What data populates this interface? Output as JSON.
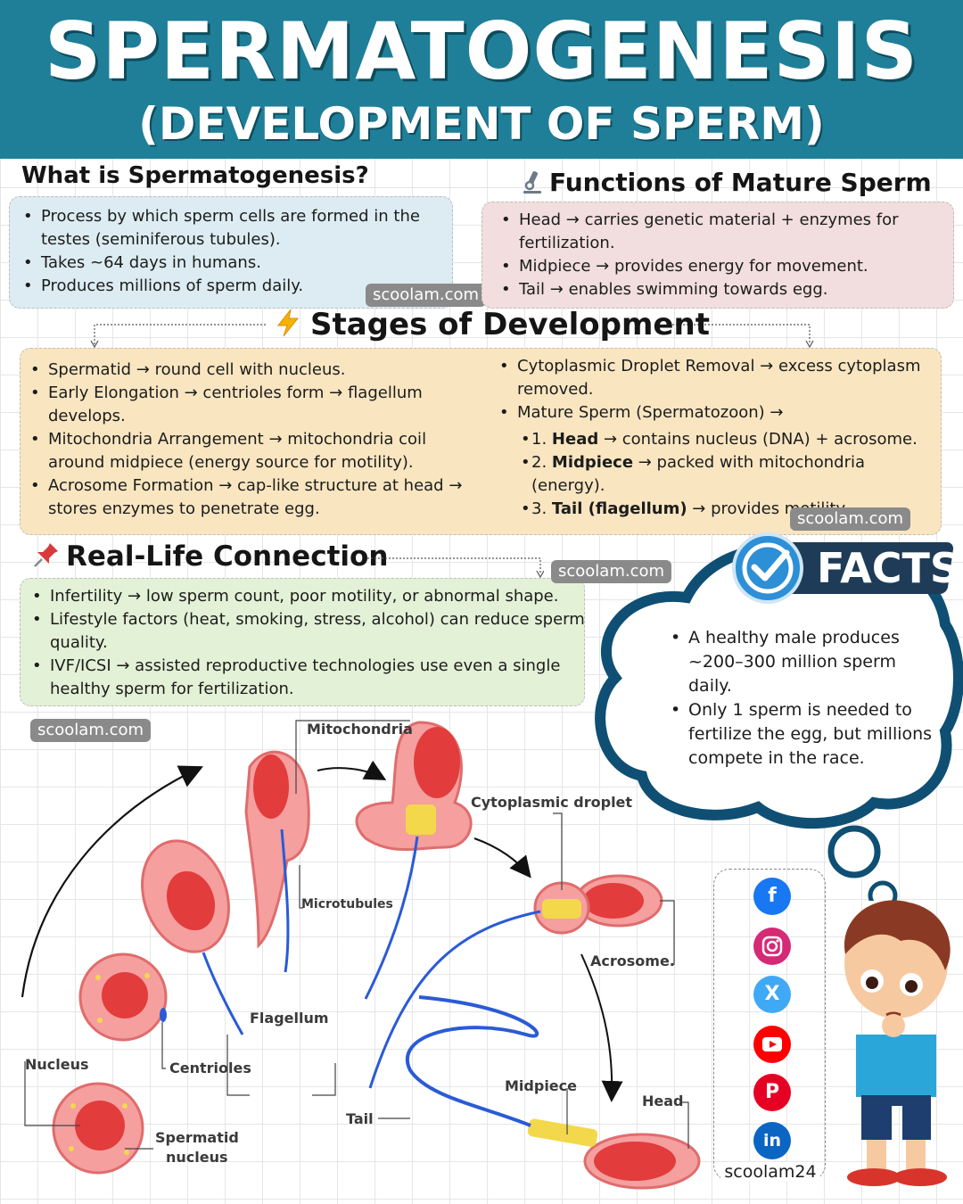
{
  "header": {
    "title": "SPERMATOGENESIS",
    "subtitle": "(DEVELOPMENT OF SPERM)"
  },
  "what_is": {
    "title": "What is Spermatogenesis?",
    "items": [
      "Process by which sperm cells are formed in the testes (seminiferous tubules).",
      "Takes ~64 days in humans.",
      "Produces millions of sperm daily."
    ]
  },
  "functions": {
    "title": "Functions of Mature Sperm",
    "icon": "microscope-icon",
    "items": [
      "Head → carries genetic material + enzymes for fertilization.",
      "Midpiece → provides energy for movement.",
      "Tail → enables swimming towards egg."
    ]
  },
  "stages": {
    "title": "Stages of Development",
    "icon": "lightning-icon",
    "left_items": [
      "Spermatid → round cell with nucleus.",
      "Early Elongation → centrioles form → flagellum develops.",
      "Mitochondria Arrangement → mitochondria coil around midpiece (energy source for motility).",
      "Acrosome Formation → cap-like structure at head → stores enzymes to penetrate egg."
    ],
    "right_items": [
      "Cytoplasmic Droplet Removal → excess cytoplasm removed.",
      "Mature Sperm (Spermatozoon) →"
    ],
    "sub_items": [
      {
        "num": "1.",
        "bold": "Head",
        "text": " → contains nucleus (DNA) + acrosome."
      },
      {
        "num": "2.",
        "bold": "Midpiece",
        "text": " → packed with mitochondria (energy)."
      },
      {
        "num": "3.",
        "bold": "Tail (flagellum)",
        "text": " → provides motility."
      }
    ]
  },
  "real_life": {
    "title": "Real-Life Connection",
    "icon": "pushpin-icon",
    "items": [
      "Infertility → low sperm count, poor motility, or abnormal shape.",
      "Lifestyle factors (heat, smoking, stress, alcohol) can reduce sperm quality.",
      "IVF/ICSI → assisted reproductive technologies use even a single healthy sperm for fertilization."
    ]
  },
  "facts": {
    "badge": "FACTS",
    "items": [
      "A healthy male produces ~200–300 million sperm daily.",
      "Only 1 sperm is needed to fertilize the egg, but millions compete in the race."
    ]
  },
  "watermarks": {
    "pill1": "scoolam.com",
    "pill2": "scoolam.com",
    "pill3": "scoolam.com",
    "pill4": "scoolam.com"
  },
  "diagram_labels": {
    "mitochondria": "Mitochondria",
    "cytoplasmic_droplet": "Cytoplasmic droplet",
    "microtubules": "Microtubules",
    "acrosome": "Acrosome.",
    "flagellum": "Flagellum",
    "nucleus": "Nucleus",
    "centrioles": "Centrioles",
    "midpiece": "Midpiece",
    "head": "Head",
    "tail": "Tail",
    "spermatid_nucleus_1": "Spermatid",
    "spermatid_nucleus_2": "nucleus"
  },
  "social": {
    "handle": "scoolam24",
    "icons": [
      "facebook-icon",
      "instagram-icon",
      "x-icon",
      "youtube-icon",
      "pinterest-icon",
      "linkedin-icon"
    ]
  },
  "colors": {
    "header": "#1f7f98",
    "cloud_border": "#0f4f73",
    "what_box": "#dcecf2",
    "functions_box": "#f2dede",
    "stages_box": "#f9e6c1",
    "reallife_box": "#e3f1d6"
  }
}
